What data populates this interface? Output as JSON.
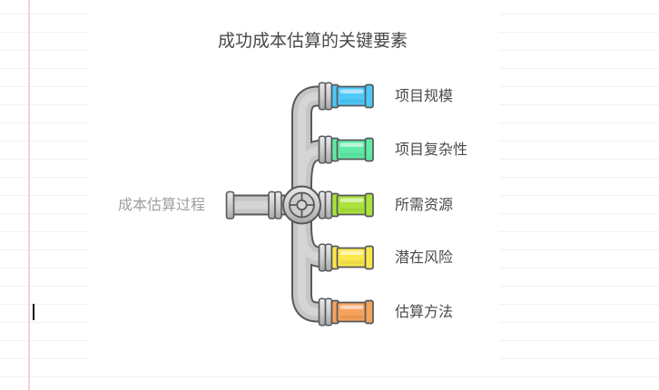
{
  "page": {
    "background": {
      "ruled_line_color": "#f2f2f2",
      "margin_line_color": "#f6d2d2"
    },
    "icons": {
      "caret": "text-caret",
      "valve": "pipe-valve-wheel-icon"
    }
  },
  "diagram": {
    "title": "成功成本估算的关键要素",
    "root_label": "成本估算过程",
    "pipe_color": "#c6c6c6",
    "pipe_outline_color": "#56595c",
    "branches": [
      {
        "label": "项目规模",
        "color": "#4ec8f7"
      },
      {
        "label": "项目复杂性",
        "color": "#5feba6"
      },
      {
        "label": "所需资源",
        "color": "#abe23b"
      },
      {
        "label": "潜在风险",
        "color": "#fbe84c"
      },
      {
        "label": "估算方法",
        "color": "#f5a25b"
      }
    ]
  }
}
